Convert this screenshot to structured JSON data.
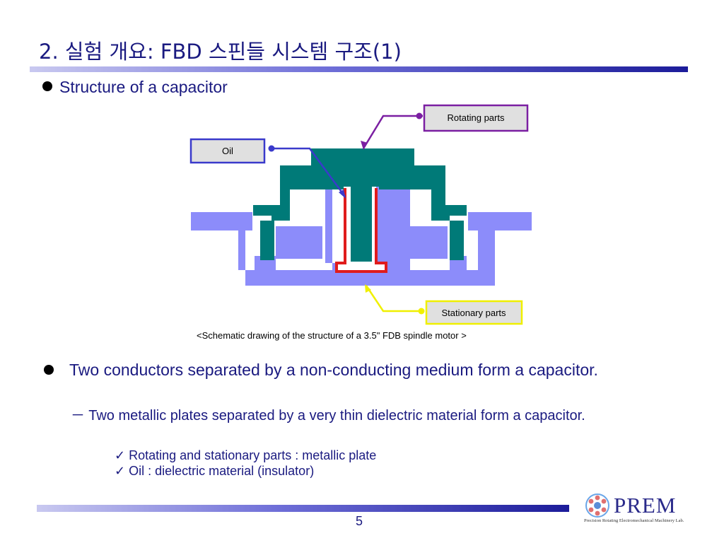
{
  "slide": {
    "title": "2. 실험 개요: FBD 스핀들 시스템 구조(1)",
    "bullet1": "Structure of a capacitor",
    "diagram": {
      "label_rotating": "Rotating parts",
      "label_oil": "Oil",
      "label_stationary": "Stationary parts",
      "colors": {
        "rotating": "#007a78",
        "stationary": "#8c8cfa",
        "oil": "#e01c1c",
        "rotating_box": "#7b1fa2",
        "oil_box": "#3a3acb",
        "stationary_box": "#f0f000"
      }
    },
    "caption": "<Schematic drawing of the structure of a 3.5\" FDB spindle motor >",
    "bullet2": "Two conductors separated by a non-conducting medium form a capacitor.",
    "sub_dash": "－",
    "sub": "Two metallic plates separated by a very thin dielectric material  form a capacitor.",
    "check1": "Rotating and stationary parts : metallic plate",
    "check2": "Oil : dielectric material (insulator)",
    "check_mark": "✓",
    "page_number": "5",
    "logo": {
      "name": "PREM",
      "subtitle": "Precision Rotating Electromechanical Machinery Lab."
    }
  }
}
